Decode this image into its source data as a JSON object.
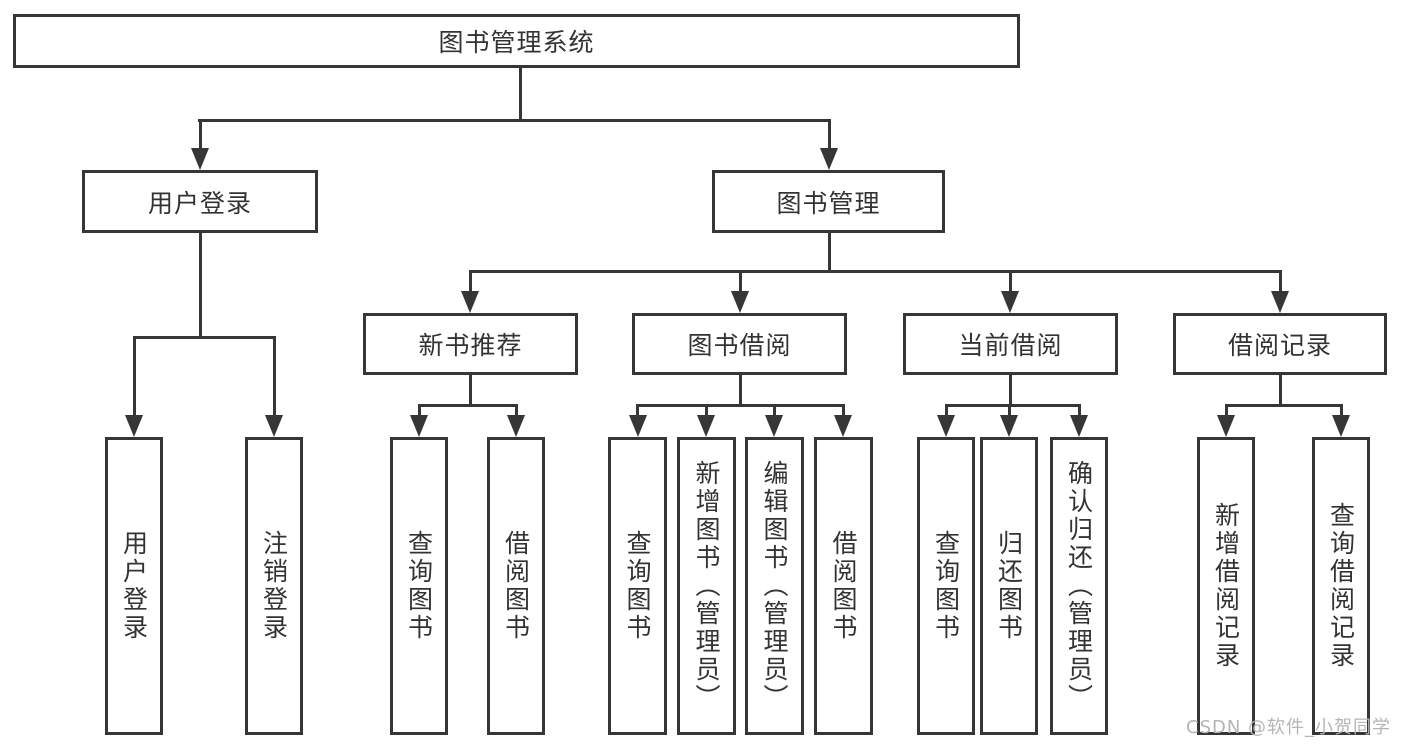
{
  "tree": {
    "root": {
      "label": "图书管理系统",
      "children": [
        {
          "label": "用户登录",
          "children": [
            {
              "label": "用户登录"
            },
            {
              "label": "注销登录"
            }
          ]
        },
        {
          "label": "图书管理",
          "children": [
            {
              "label": "新书推荐",
              "children": [
                {
                  "label": "查询图书"
                },
                {
                  "label": "借阅图书"
                }
              ]
            },
            {
              "label": "图书借阅",
              "children": [
                {
                  "label": "查询图书"
                },
                {
                  "label": "新增图书（管理员）"
                },
                {
                  "label": "编辑图书（管理员）"
                },
                {
                  "label": "借阅图书"
                }
              ]
            },
            {
              "label": "当前借阅",
              "children": [
                {
                  "label": "查询图书"
                },
                {
                  "label": "归还图书"
                },
                {
                  "label": "确认归还（管理员）"
                }
              ]
            },
            {
              "label": "借阅记录",
              "children": [
                {
                  "label": "新增借阅记录"
                },
                {
                  "label": "查询借阅记录"
                }
              ]
            }
          ]
        }
      ]
    }
  },
  "watermark": {
    "text": "CSDN @软件_小贺同学"
  },
  "colors": {
    "line": "#363636",
    "text": "#333333",
    "watermark": "#b5b5b5",
    "background": "#ffffff"
  }
}
